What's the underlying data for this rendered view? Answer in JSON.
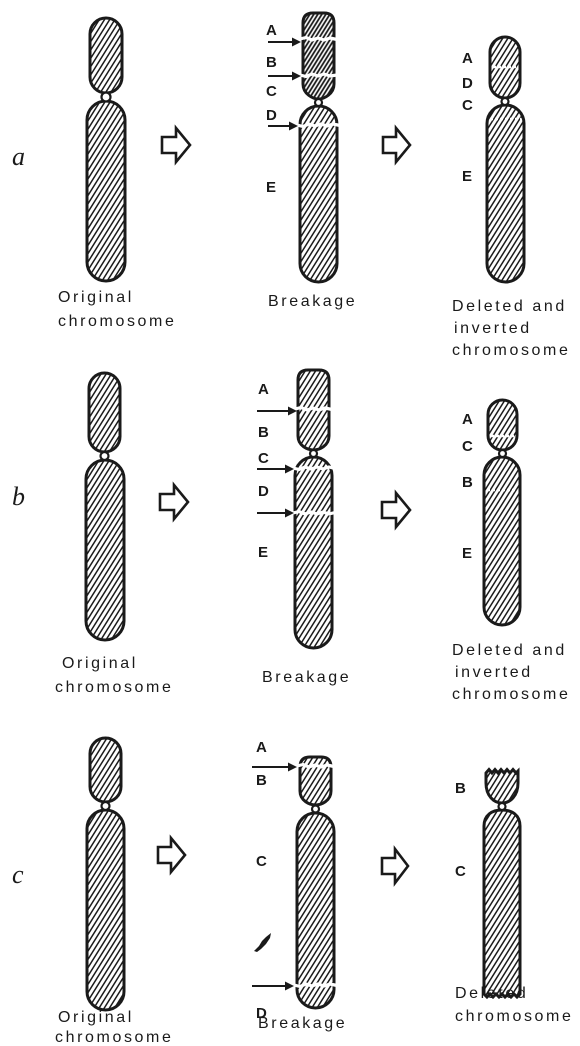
{
  "colors": {
    "ink": "#1a1a1a",
    "paper": "#ffffff"
  },
  "icons": {
    "transition_arrow": "hollow-right-arrow",
    "break_pointer": "right-arrow"
  },
  "rows": [
    {
      "label": "a",
      "original_caption": [
        "Original",
        "chromosome"
      ],
      "breakage_caption": "Breakage",
      "breakage_segments": [
        "A",
        "B",
        "C",
        "D",
        "E"
      ],
      "result_segments": [
        "A",
        "D",
        "C",
        "E"
      ],
      "result_caption": [
        "Deleted and",
        "inverted",
        "chromosome"
      ]
    },
    {
      "label": "b",
      "original_caption": [
        "Original",
        "chromosome"
      ],
      "breakage_caption": "Breakage",
      "breakage_segments": [
        "A",
        "B",
        "C",
        "D",
        "E"
      ],
      "result_segments": [
        "A",
        "C",
        "B",
        "E"
      ],
      "result_caption": [
        "Deleted and",
        "inverted",
        "chromosome"
      ]
    },
    {
      "label": "c",
      "original_caption": [
        "Original",
        "chromosome"
      ],
      "breakage_caption": "Breakage",
      "breakage_segments": [
        "A",
        "B",
        "C",
        "D"
      ],
      "result_segments": [
        "B",
        "C"
      ],
      "result_caption": [
        "Deleted",
        "chromosome"
      ]
    }
  ]
}
